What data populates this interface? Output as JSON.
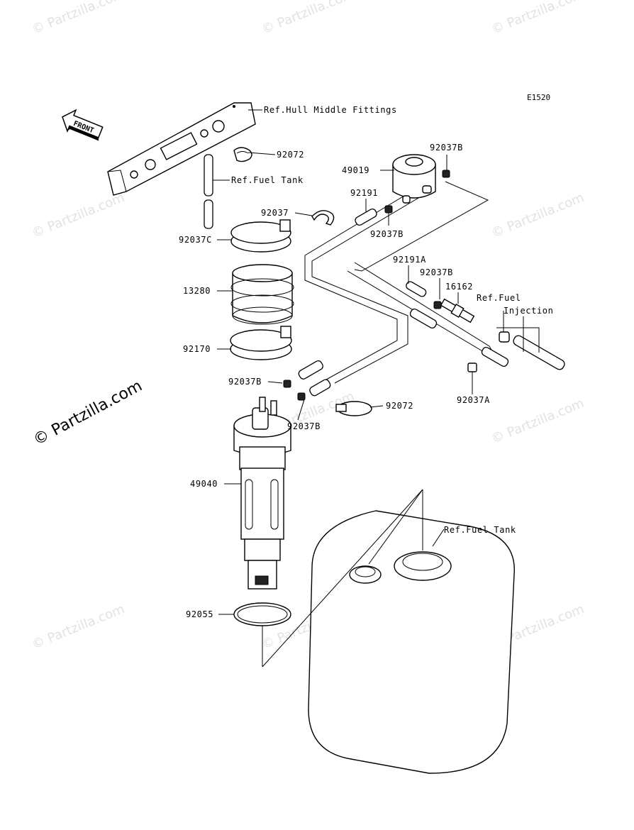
{
  "diagram_code": "E1520",
  "front_label": "FRONT",
  "labels": {
    "ref_hull_middle_fittings": "Ref.Hull Middle Fittings",
    "p92072_top": "92072",
    "ref_fuel_tank_top": "Ref.Fuel Tank",
    "p92037": "92037",
    "p92037c": "92037C",
    "p13280": "13280",
    "p92170": "92170",
    "p92037b_left": "92037B",
    "p92037b_mid": "92037B",
    "p49040": "49040",
    "p92055": "92055",
    "p92037b_top": "92037B",
    "p49019": "49019",
    "p92191": "92191",
    "p92037b_under_filter": "92037B",
    "p92191a": "92191A",
    "p92037b_right": "92037B",
    "p16162": "16162",
    "ref_fuel_injection_line1": "Ref.Fuel",
    "ref_fuel_injection_line2": "Injection",
    "p92037a": "92037A",
    "p92072_mid": "92072",
    "ref_fuel_tank_bottom": "Ref.Fuel Tank"
  },
  "watermark": {
    "text": "© Partzilla.com",
    "large_text": "© Partzilla.com",
    "color": "#e2e2e2"
  }
}
